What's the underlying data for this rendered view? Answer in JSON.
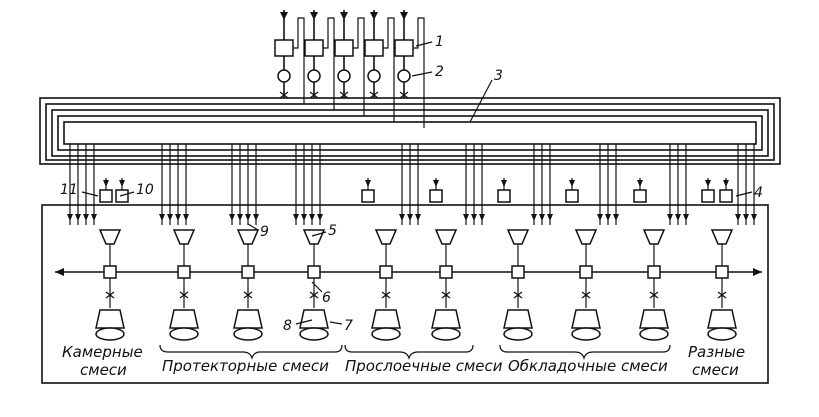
{
  "callouts": [
    {
      "id": "c1",
      "label": "1"
    },
    {
      "id": "c2",
      "label": "2"
    },
    {
      "id": "c3",
      "label": "3"
    },
    {
      "id": "c4",
      "label": "4"
    },
    {
      "id": "c5",
      "label": "5"
    },
    {
      "id": "c6",
      "label": "6"
    },
    {
      "id": "c7",
      "label": "7"
    },
    {
      "id": "c8",
      "label": "8"
    },
    {
      "id": "c9",
      "label": "9"
    },
    {
      "id": "c10",
      "label": "10"
    },
    {
      "id": "c11",
      "label": "11"
    }
  ],
  "groups": {
    "chamber_line1": "Камерные",
    "chamber_line2": "смеси",
    "tread": "Протекторные  смеси",
    "layer": "Прослоечные смеси",
    "lining": "Обкладочные  смеси",
    "misc_line1": "Разные",
    "misc_line2": "смеси"
  }
}
